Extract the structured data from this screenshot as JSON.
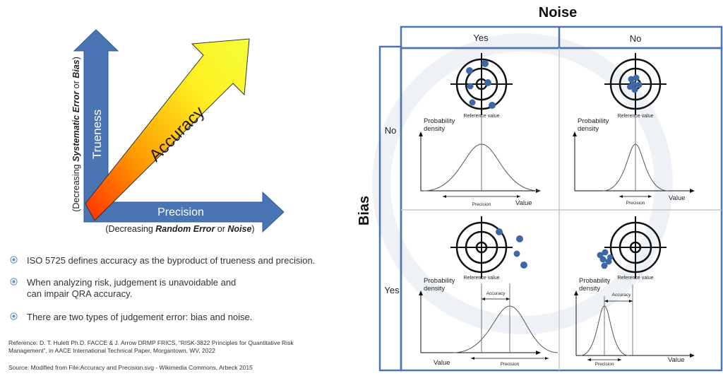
{
  "left_diagram": {
    "y_axis_label": "Trueness",
    "y_axis_sub_prefix": "(Decreasing ",
    "y_axis_sub_bold": "Systematic Error",
    "y_axis_sub_mid": " or ",
    "y_axis_sub_bold2": "Bias",
    "y_axis_sub_suffix": ")",
    "x_axis_label": "Precision",
    "x_axis_sub_prefix": "(Decreasing ",
    "x_axis_sub_bold": "Random Error",
    "x_axis_sub_mid": " or ",
    "x_axis_sub_bold2": "Noise",
    "x_axis_sub_suffix": ")",
    "diagonal_label": "Accuracy",
    "colors": {
      "axis_arrow": "#4a74b4",
      "accuracy_start": "#ff3a00",
      "accuracy_end": "#ffff33"
    }
  },
  "bullets": [
    "ISO 5725 defines accuracy as the byproduct of trueness and precision.",
    "When analyzing risk, judgement is unavoidable and can impair QRA accuracy.",
    "There are two types of judgement error: bias and noise."
  ],
  "reference": "Reference: D. T. Hulett Ph.D. FACCE & J. Arrow DRMP FRICS, “RISK-3822 Principles for Quantitative Risk Management”, in AACE International Technical Paper, Morgantown, WV, 2022",
  "source": "Source: Modified from File:Accuracy and Precision.svg - Wikimedia Commons, Arbeck 2015",
  "grid": {
    "noise_title": "Noise",
    "bias_title": "Bias",
    "col_headers": [
      "Yes",
      "No"
    ],
    "row_headers": [
      "No",
      "Yes"
    ],
    "frame_color": "#4a74b4",
    "shot_color": "#3d67a5",
    "cells": {
      "ref_value": "Reference value",
      "prob_density_1": "Probability",
      "prob_density_2": "density",
      "value": "Value",
      "precision": "Precision",
      "accuracy": "Accuracy"
    }
  }
}
